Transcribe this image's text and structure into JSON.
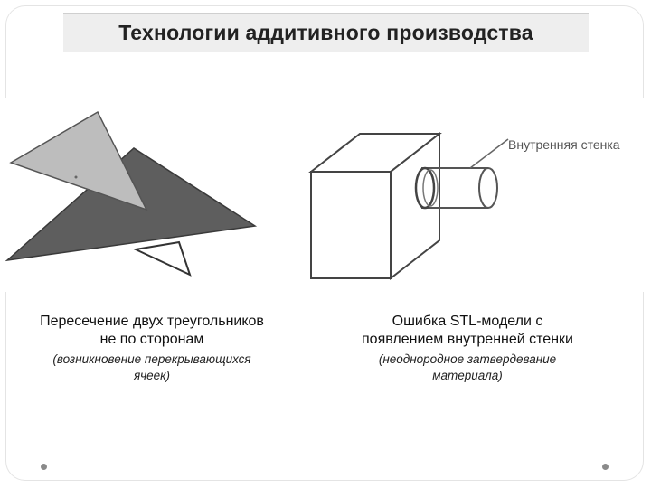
{
  "slide": {
    "title": "Технологии аддитивного производства"
  },
  "figures": {
    "right_annotation": "Внутренняя стенка"
  },
  "captions": {
    "left": {
      "main_line1": "Пересечение двух треугольников",
      "main_line2": "не по сторонам",
      "sub_line1": "(возникновение перекрывающихся",
      "sub_line2": "ячеек)"
    },
    "right": {
      "main_line1": "Ошибка STL-модели с",
      "main_line2": "появлением внутренней стенки",
      "sub_line1": "(неоднородное затвердевание",
      "sub_line2": "материала)"
    }
  },
  "colors": {
    "triangle_dark": "#5e5e5e",
    "triangle_light": "#bdbdbd",
    "title_bg": "#eeeeee",
    "line": "#444444"
  }
}
